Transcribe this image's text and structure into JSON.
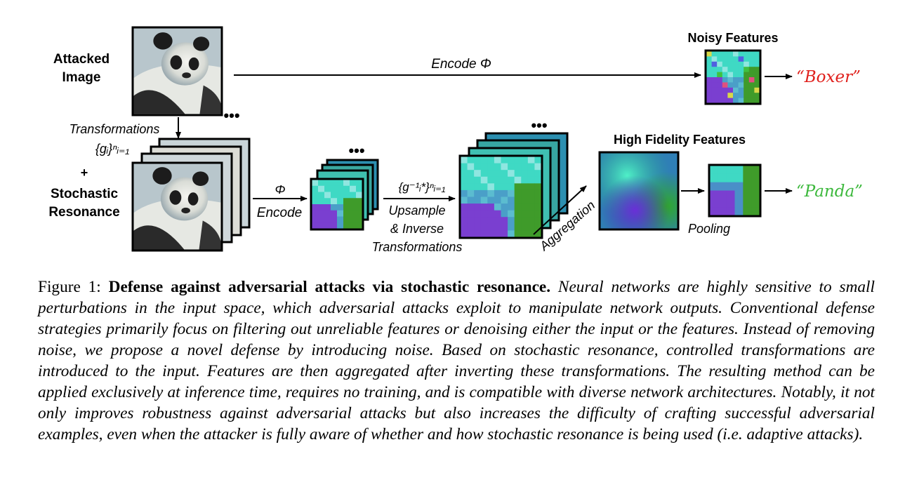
{
  "figure": {
    "attacked_image_label": [
      "Attacked",
      "Image"
    ],
    "encode_phi_label": "Encode Φ",
    "noisy_features_label": "Noisy Features",
    "noisy_prediction": "“Boxer”",
    "transformations_label": "Transformations",
    "g_set": "{gᵢ}ⁿᵢ₌₁",
    "plus": "+",
    "stochastic_label": [
      "Stochastic",
      "Resonance"
    ],
    "phi": "Φ",
    "encode": "Encode",
    "inverse_set": "{g⁻¹ᵢ*}ⁿᵢ₌₁",
    "upsample_label": [
      "Upsample",
      "& Inverse",
      "Transformations"
    ],
    "aggregation_label": "Aggregation",
    "high_fidelity_label": "High Fidelity Features",
    "pooling_label": "Pooling",
    "clean_prediction": "“Panda”",
    "ellipsis": "•••"
  },
  "colors": {
    "noisy_prediction": "#e0201c",
    "clean_prediction": "#3cb83c",
    "feature_cyan": "#3fd9c4",
    "feature_purple": "#7a3fd0",
    "feature_green": "#3f9b2a"
  },
  "caption": {
    "label": "Figure 1:",
    "title": "Defense against adversarial attacks via stochastic resonance.",
    "body": "Neural networks are highly sensitive to small perturbations in the input space, which adversarial attacks exploit to manipulate network outputs. Conventional defense strategies primarily focus on filtering out unreliable features or denoising either the input or the features. Instead of removing noise, we propose a novel defense by introducing noise. Based on stochastic resonance, controlled transformations are introduced to the input. Features are then aggregated after inverting these transformations. The resulting method can be applied exclusively at inference time, requires no training, and is compatible with diverse network architectures. Notably, it not only improves robustness against adversarial attacks but also increases the difficulty of crafting successful adversarial examples, even when the attacker is fully aware of whether and how stochastic resonance is being used (i.e. adaptive attacks)."
  }
}
